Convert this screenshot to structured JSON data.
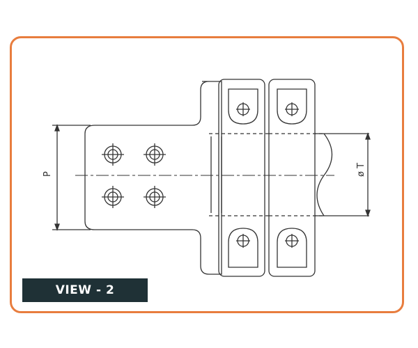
{
  "view_label": "VIEW - 2",
  "dimensions": {
    "p_label": "P",
    "t_label": "ø T"
  },
  "colors": {
    "frame_border": "#e87d3e",
    "badge_background": "#1f3136",
    "badge_text": "#ffffff",
    "line": "#333333"
  }
}
